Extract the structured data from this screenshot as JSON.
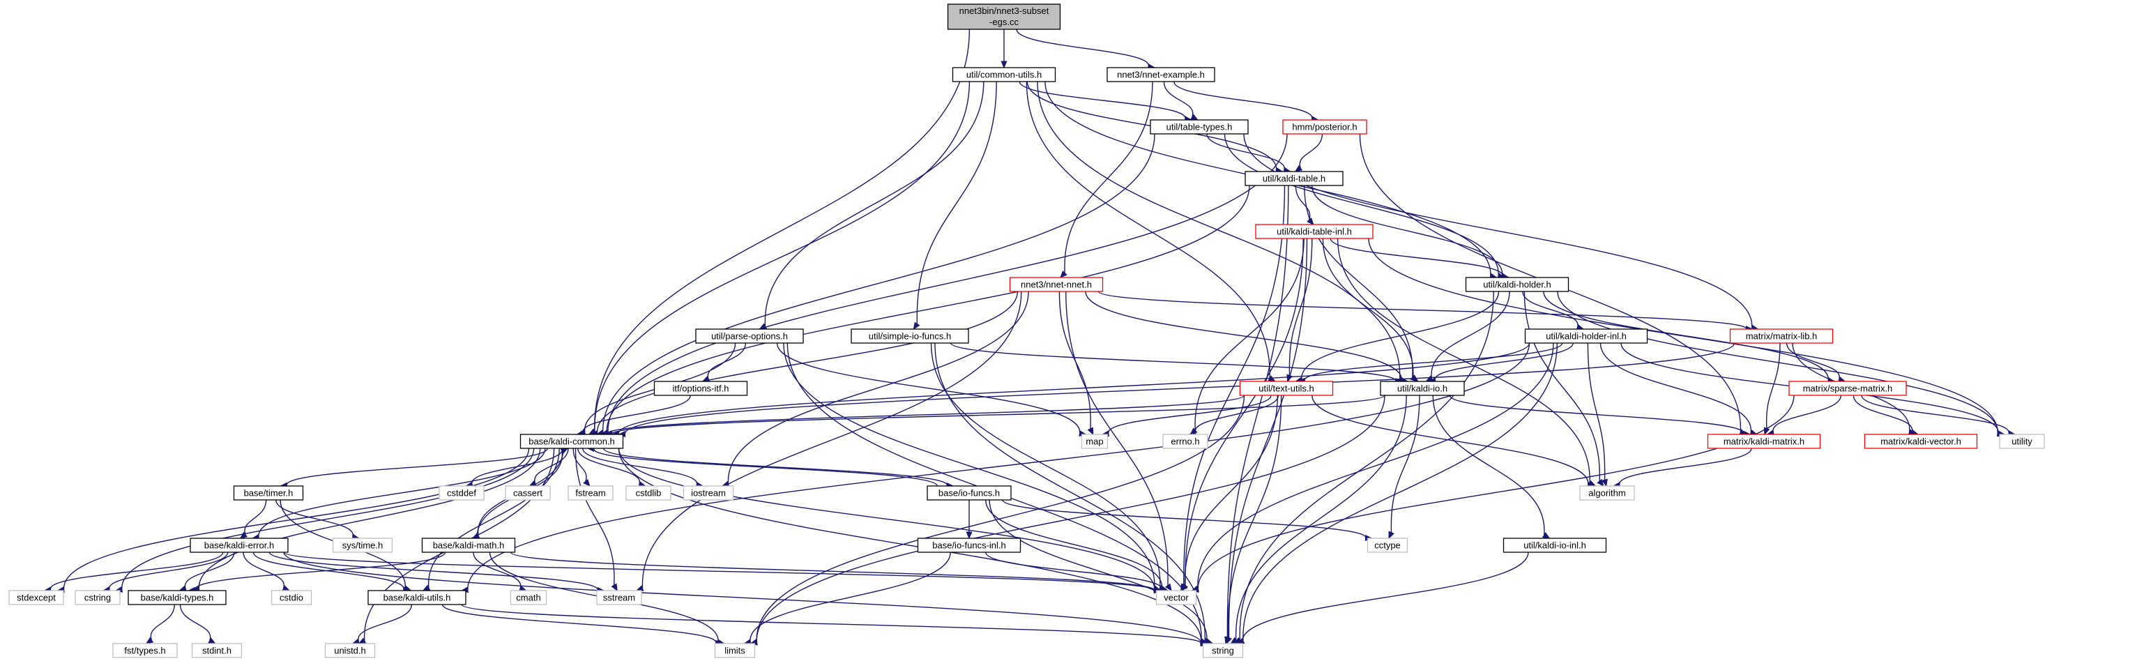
{
  "graph": {
    "colors": {
      "edge": "#191970",
      "node_border": "#000000",
      "red_border": "#ff0000",
      "sys_border": "#bfbfbf",
      "root_fill": "#bfbfbf",
      "text": "#000000"
    },
    "nodes": [
      {
        "id": "root",
        "lines": [
          "nnet3bin/nnet3-subset",
          "-egs.cc"
        ],
        "kind": "root"
      },
      {
        "id": "common_utils",
        "lines": [
          "util/common-utils.h"
        ],
        "kind": "normal"
      },
      {
        "id": "nnet_example",
        "lines": [
          "nnet3/nnet-example.h"
        ],
        "kind": "normal"
      },
      {
        "id": "table_types",
        "lines": [
          "util/table-types.h"
        ],
        "kind": "normal"
      },
      {
        "id": "posterior",
        "lines": [
          "hmm/posterior.h"
        ],
        "kind": "red"
      },
      {
        "id": "kaldi_table",
        "lines": [
          "util/kaldi-table.h"
        ],
        "kind": "normal"
      },
      {
        "id": "kaldi_table_inl",
        "lines": [
          "util/kaldi-table-inl.h"
        ],
        "kind": "red"
      },
      {
        "id": "nnet_nnet",
        "lines": [
          "nnet3/nnet-nnet.h"
        ],
        "kind": "red"
      },
      {
        "id": "kaldi_holder",
        "lines": [
          "util/kaldi-holder.h"
        ],
        "kind": "normal"
      },
      {
        "id": "parse_options",
        "lines": [
          "util/parse-options.h"
        ],
        "kind": "normal"
      },
      {
        "id": "simple_io",
        "lines": [
          "util/simple-io-funcs.h"
        ],
        "kind": "normal"
      },
      {
        "id": "kaldi_holder_inl",
        "lines": [
          "util/kaldi-holder-inl.h"
        ],
        "kind": "normal"
      },
      {
        "id": "matrix_lib",
        "lines": [
          "matrix/matrix-lib.h"
        ],
        "kind": "red"
      },
      {
        "id": "options_itf",
        "lines": [
          "itf/options-itf.h"
        ],
        "kind": "normal"
      },
      {
        "id": "text_utils",
        "lines": [
          "util/text-utils.h"
        ],
        "kind": "red"
      },
      {
        "id": "kaldi_io",
        "lines": [
          "util/kaldi-io.h"
        ],
        "kind": "normal"
      },
      {
        "id": "sparse_matrix",
        "lines": [
          "matrix/sparse-matrix.h"
        ],
        "kind": "red"
      },
      {
        "id": "kaldi_common",
        "lines": [
          "base/kaldi-common.h"
        ],
        "kind": "normal"
      },
      {
        "id": "map",
        "lines": [
          "map"
        ],
        "kind": "sys"
      },
      {
        "id": "errno",
        "lines": [
          "errno.h"
        ],
        "kind": "sys"
      },
      {
        "id": "kaldi_matrix",
        "lines": [
          "matrix/kaldi-matrix.h"
        ],
        "kind": "red"
      },
      {
        "id": "kaldi_vector",
        "lines": [
          "matrix/kaldi-vector.h"
        ],
        "kind": "red"
      },
      {
        "id": "utility",
        "lines": [
          "utility"
        ],
        "kind": "sys"
      },
      {
        "id": "timer",
        "lines": [
          "base/timer.h"
        ],
        "kind": "normal"
      },
      {
        "id": "cstddef",
        "lines": [
          "cstddef"
        ],
        "kind": "sys"
      },
      {
        "id": "cassert",
        "lines": [
          "cassert"
        ],
        "kind": "sys"
      },
      {
        "id": "fstream",
        "lines": [
          "fstream"
        ],
        "kind": "sys"
      },
      {
        "id": "cstdlib",
        "lines": [
          "cstdlib"
        ],
        "kind": "sys"
      },
      {
        "id": "iostream",
        "lines": [
          "iostream"
        ],
        "kind": "sys"
      },
      {
        "id": "io_funcs",
        "lines": [
          "base/io-funcs.h"
        ],
        "kind": "normal"
      },
      {
        "id": "algorithm",
        "lines": [
          "algorithm"
        ],
        "kind": "sys"
      },
      {
        "id": "sys_time",
        "lines": [
          "sys/time.h"
        ],
        "kind": "sys"
      },
      {
        "id": "kaldi_error",
        "lines": [
          "base/kaldi-error.h"
        ],
        "kind": "normal"
      },
      {
        "id": "kaldi_math",
        "lines": [
          "base/kaldi-math.h"
        ],
        "kind": "normal"
      },
      {
        "id": "io_funcs_inl",
        "lines": [
          "base/io-funcs-inl.h"
        ],
        "kind": "normal"
      },
      {
        "id": "cctype",
        "lines": [
          "cctype"
        ],
        "kind": "sys"
      },
      {
        "id": "kaldi_io_inl",
        "lines": [
          "util/kaldi-io-inl.h"
        ],
        "kind": "normal"
      },
      {
        "id": "stdexcept",
        "lines": [
          "stdexcept"
        ],
        "kind": "sys"
      },
      {
        "id": "cstring",
        "lines": [
          "cstring"
        ],
        "kind": "sys"
      },
      {
        "id": "kaldi_types",
        "lines": [
          "base/kaldi-types.h"
        ],
        "kind": "normal"
      },
      {
        "id": "cstdio",
        "lines": [
          "cstdio"
        ],
        "kind": "sys"
      },
      {
        "id": "kaldi_utils",
        "lines": [
          "base/kaldi-utils.h"
        ],
        "kind": "normal"
      },
      {
        "id": "cmath",
        "lines": [
          "cmath"
        ],
        "kind": "sys"
      },
      {
        "id": "sstream",
        "lines": [
          "sstream"
        ],
        "kind": "sys"
      },
      {
        "id": "vector",
        "lines": [
          "vector"
        ],
        "kind": "sys"
      },
      {
        "id": "fst_types",
        "lines": [
          "fst/types.h"
        ],
        "kind": "sys"
      },
      {
        "id": "stdint",
        "lines": [
          "stdint.h"
        ],
        "kind": "sys"
      },
      {
        "id": "unistd",
        "lines": [
          "unistd.h"
        ],
        "kind": "sys"
      },
      {
        "id": "limits",
        "lines": [
          "limits"
        ],
        "kind": "sys"
      },
      {
        "id": "string",
        "lines": [
          "string"
        ],
        "kind": "sys"
      }
    ],
    "edges": [
      [
        "root",
        "common_utils"
      ],
      [
        "root",
        "nnet_example"
      ],
      [
        "root",
        "kaldi_common"
      ],
      [
        "common_utils",
        "table_types"
      ],
      [
        "common_utils",
        "kaldi_table"
      ],
      [
        "common_utils",
        "kaldi_holder"
      ],
      [
        "common_utils",
        "parse_options"
      ],
      [
        "common_utils",
        "simple_io"
      ],
      [
        "common_utils",
        "kaldi_common"
      ],
      [
        "common_utils",
        "text_utils"
      ],
      [
        "common_utils",
        "kaldi_io"
      ],
      [
        "nnet_example",
        "table_types"
      ],
      [
        "nnet_example",
        "posterior"
      ],
      [
        "nnet_example",
        "nnet_nnet"
      ],
      [
        "table_types",
        "kaldi_table"
      ],
      [
        "table_types",
        "kaldi_holder"
      ],
      [
        "table_types",
        "matrix_lib"
      ],
      [
        "table_types",
        "kaldi_common"
      ],
      [
        "posterior",
        "kaldi_table"
      ],
      [
        "posterior",
        "kaldi_common"
      ],
      [
        "posterior",
        "kaldi_matrix"
      ],
      [
        "kaldi_table",
        "kaldi_table_inl"
      ],
      [
        "kaldi_table",
        "kaldi_holder"
      ],
      [
        "kaldi_table",
        "kaldi_io"
      ],
      [
        "kaldi_table",
        "kaldi_common"
      ],
      [
        "kaldi_table",
        "vector"
      ],
      [
        "kaldi_table",
        "string"
      ],
      [
        "kaldi_table_inl",
        "kaldi_holder"
      ],
      [
        "kaldi_table_inl",
        "kaldi_io"
      ],
      [
        "kaldi_table_inl",
        "text_utils"
      ],
      [
        "kaldi_table_inl",
        "errno"
      ],
      [
        "kaldi_table_inl",
        "algorithm"
      ],
      [
        "kaldi_table_inl",
        "utility"
      ],
      [
        "kaldi_table_inl",
        "vector"
      ],
      [
        "kaldi_table_inl",
        "string"
      ],
      [
        "nnet_nnet",
        "kaldi_common"
      ],
      [
        "nnet_nnet",
        "matrix_lib"
      ],
      [
        "nnet_nnet",
        "kaldi_io"
      ],
      [
        "nnet_nnet",
        "map"
      ],
      [
        "nnet_nnet",
        "iostream"
      ],
      [
        "nnet_nnet",
        "sstream"
      ],
      [
        "nnet_nnet",
        "vector"
      ],
      [
        "kaldi_holder",
        "kaldi_holder_inl"
      ],
      [
        "kaldi_holder",
        "kaldi_io"
      ],
      [
        "kaldi_holder",
        "text_utils"
      ],
      [
        "kaldi_holder",
        "sparse_matrix"
      ],
      [
        "kaldi_holder",
        "algorithm"
      ],
      [
        "kaldi_holder",
        "utility"
      ],
      [
        "kaldi_holder",
        "string"
      ],
      [
        "parse_options",
        "options_itf"
      ],
      [
        "parse_options",
        "kaldi_common"
      ],
      [
        "parse_options",
        "map"
      ],
      [
        "parse_options",
        "vector"
      ],
      [
        "parse_options",
        "string"
      ],
      [
        "simple_io",
        "kaldi_io"
      ],
      [
        "simple_io",
        "vector"
      ],
      [
        "simple_io",
        "string"
      ],
      [
        "kaldi_holder_inl",
        "kaldi_io"
      ],
      [
        "kaldi_holder_inl",
        "text_utils"
      ],
      [
        "kaldi_holder_inl",
        "kaldi_matrix"
      ],
      [
        "kaldi_holder_inl",
        "algorithm"
      ],
      [
        "kaldi_holder_inl",
        "utility"
      ],
      [
        "kaldi_holder_inl",
        "vector"
      ],
      [
        "kaldi_holder_inl",
        "string"
      ],
      [
        "kaldi_holder_inl",
        "kaldi_common"
      ],
      [
        "kaldi_holder_inl",
        "kaldi_utils"
      ],
      [
        "matrix_lib",
        "kaldi_matrix"
      ],
      [
        "matrix_lib",
        "kaldi_vector"
      ],
      [
        "matrix_lib",
        "sparse_matrix"
      ],
      [
        "matrix_lib",
        "kaldi_common"
      ],
      [
        "options_itf",
        "kaldi_common"
      ],
      [
        "text_utils",
        "kaldi_common"
      ],
      [
        "text_utils",
        "map"
      ],
      [
        "text_utils",
        "errno"
      ],
      [
        "text_utils",
        "algorithm"
      ],
      [
        "text_utils",
        "vector"
      ],
      [
        "text_utils",
        "limits"
      ],
      [
        "text_utils",
        "string"
      ],
      [
        "kaldi_io",
        "kaldi_common"
      ],
      [
        "kaldi_io",
        "kaldi_matrix"
      ],
      [
        "kaldi_io",
        "cctype"
      ],
      [
        "kaldi_io",
        "kaldi_io_inl"
      ],
      [
        "kaldi_io",
        "limits"
      ],
      [
        "kaldi_io",
        "string"
      ],
      [
        "sparse_matrix",
        "kaldi_matrix"
      ],
      [
        "sparse_matrix",
        "kaldi_vector"
      ],
      [
        "sparse_matrix",
        "utility"
      ],
      [
        "sparse_matrix",
        "vector"
      ],
      [
        "kaldi_matrix",
        "algorithm"
      ],
      [
        "kaldi_common",
        "timer"
      ],
      [
        "kaldi_common",
        "cstddef"
      ],
      [
        "kaldi_common",
        "cassert"
      ],
      [
        "kaldi_common",
        "fstream"
      ],
      [
        "kaldi_common",
        "cstdlib"
      ],
      [
        "kaldi_common",
        "iostream"
      ],
      [
        "kaldi_common",
        "io_funcs"
      ],
      [
        "kaldi_common",
        "kaldi_error"
      ],
      [
        "kaldi_common",
        "kaldi_math"
      ],
      [
        "kaldi_common",
        "kaldi_types"
      ],
      [
        "kaldi_common",
        "kaldi_utils"
      ],
      [
        "kaldi_common",
        "stdexcept"
      ],
      [
        "kaldi_common",
        "cstring"
      ],
      [
        "kaldi_common",
        "sstream"
      ],
      [
        "kaldi_common",
        "vector"
      ],
      [
        "kaldi_common",
        "string"
      ],
      [
        "timer",
        "sys_time"
      ],
      [
        "timer",
        "kaldi_error"
      ],
      [
        "timer",
        "kaldi_utils"
      ],
      [
        "io_funcs",
        "kaldi_common"
      ],
      [
        "io_funcs",
        "io_funcs_inl"
      ],
      [
        "io_funcs",
        "cctype"
      ],
      [
        "io_funcs",
        "vector"
      ],
      [
        "io_funcs",
        "string"
      ],
      [
        "io_funcs_inl",
        "vector"
      ],
      [
        "io_funcs_inl",
        "limits"
      ],
      [
        "kaldi_io_inl",
        "string"
      ],
      [
        "kaldi_error",
        "kaldi_types"
      ],
      [
        "kaldi_error",
        "kaldi_utils"
      ],
      [
        "kaldi_error",
        "stdexcept"
      ],
      [
        "kaldi_error",
        "cstring"
      ],
      [
        "kaldi_error",
        "cstdio"
      ],
      [
        "kaldi_error",
        "sstream"
      ],
      [
        "kaldi_error",
        "vector"
      ],
      [
        "kaldi_error",
        "string"
      ],
      [
        "kaldi_math",
        "kaldi_types"
      ],
      [
        "kaldi_math",
        "kaldi_common"
      ],
      [
        "kaldi_math",
        "cmath"
      ],
      [
        "kaldi_math",
        "limits"
      ],
      [
        "kaldi_math",
        "vector"
      ],
      [
        "kaldi_types",
        "fst_types"
      ],
      [
        "kaldi_types",
        "stdint"
      ],
      [
        "kaldi_utils",
        "unistd"
      ],
      [
        "kaldi_utils",
        "limits"
      ],
      [
        "kaldi_utils",
        "string"
      ],
      [
        "kaldi_common",
        "unistd"
      ]
    ]
  }
}
